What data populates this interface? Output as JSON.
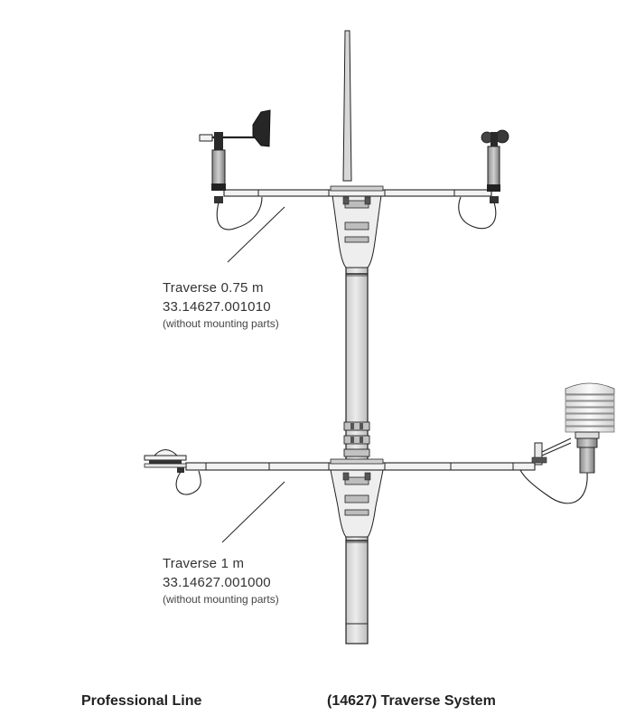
{
  "callouts": [
    {
      "name": "Traverse 0.75 m",
      "code": "33.14627.001010",
      "note": "(without mounting parts)"
    },
    {
      "name": "Traverse 1 m",
      "code": "33.14627.001000",
      "note": "(without mounting parts)"
    }
  ],
  "footer": {
    "left": "Professional Line",
    "right": "(14627) Traverse System"
  },
  "colors": {
    "line": "#222222",
    "pole_fill": "#dddddd",
    "clamp_fill": "#b8b8b8",
    "dark": "#1f1f1f"
  }
}
